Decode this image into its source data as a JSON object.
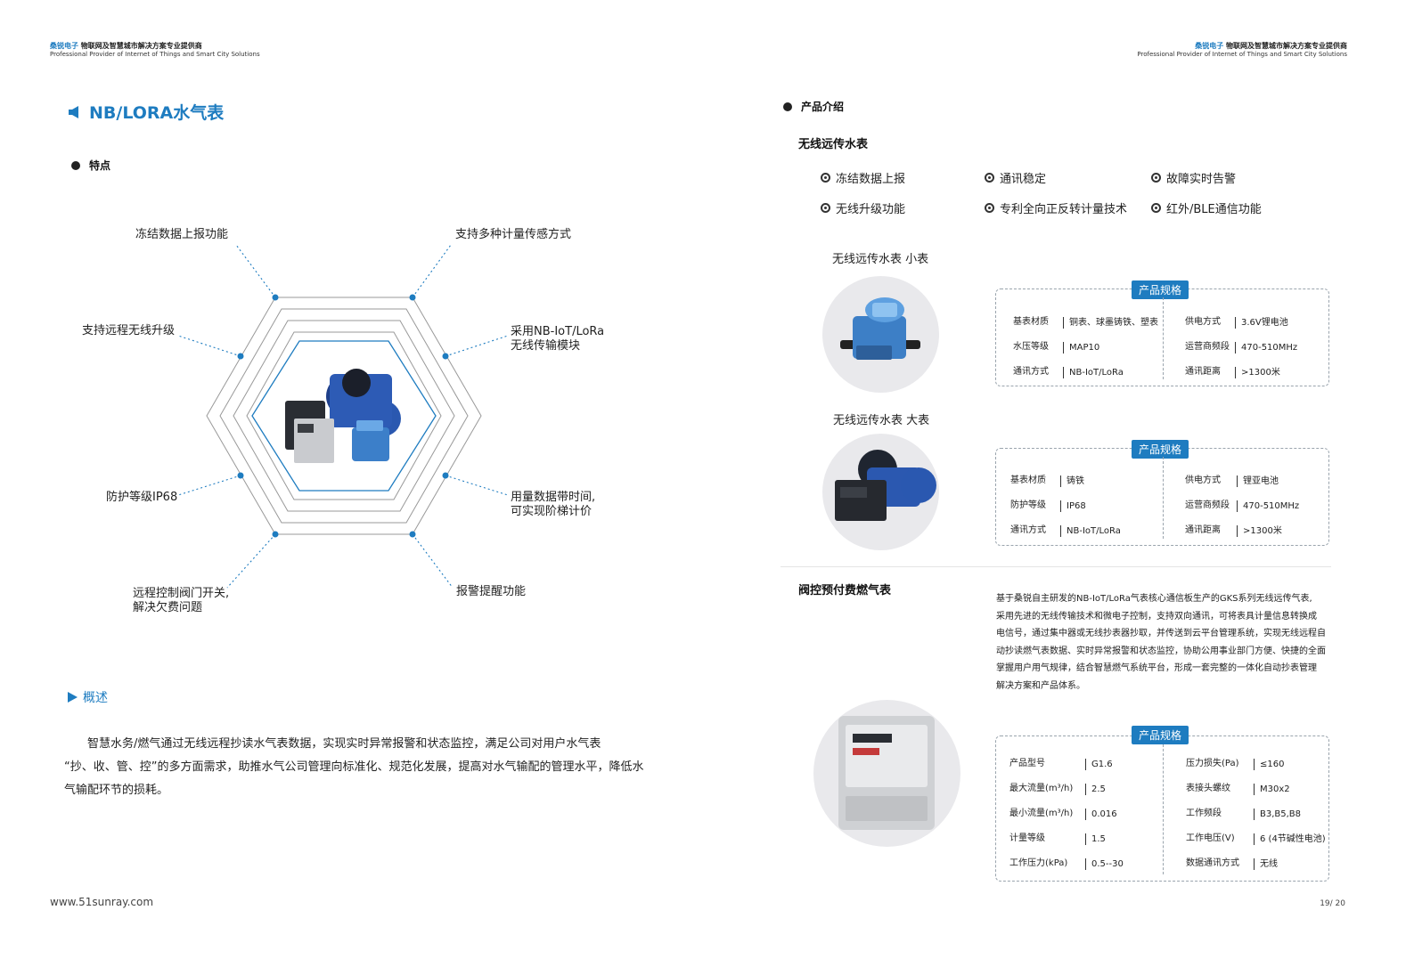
{
  "header": {
    "brand": "桑锐电子",
    "slogan": "物联网及智慧城市解决方案专业提供商",
    "english": "Professional Provider of Internet of Things and Smart City Solutions"
  },
  "left": {
    "title": "NB/LORA水气表",
    "features_heading": "特点",
    "features": {
      "top_left": "冻结数据上报功能",
      "top_right": "支持多种计量传感方式",
      "upper_left": "支持远程无线升级",
      "upper_right_1": "采用NB-IoT/LoRa",
      "upper_right_2": "无线传输模块",
      "lower_left": "防护等级IP68",
      "lower_right_1": "用量数据带时间,",
      "lower_right_2": "可实现阶梯计价",
      "bottom_left_1": "远程控制阀门开关,",
      "bottom_left_2": "解决欠费问题",
      "bottom_right": "报警提醒功能"
    },
    "overview_heading": "概述",
    "overview_text_1": "智慧水务/燃气通过无线远程抄读水气表数据，实现实时异常报警和状态监控，满足公司对用户水气表",
    "overview_text_2": "“抄、收、管、控”的多方面需求，助推水气公司管理向标准化、规范化发展，提高对水气输配的管理水平，降低水",
    "overview_text_3": "气输配环节的损耗。"
  },
  "right": {
    "intro_heading": "产品介绍",
    "water_heading": "无线远传水表",
    "water_features": [
      "冻结数据上报",
      "通讯稳定",
      "故障实时告警",
      "无线升级功能",
      "专利全向正反转计量技术",
      "红外/BLE通信功能"
    ],
    "spec_tag": "产品规格",
    "small": {
      "name": "无线远传水表 小表",
      "left": [
        [
          "基表材质",
          "铜表、球墨铸铁、塑表"
        ],
        [
          "水压等级",
          "MAP10"
        ],
        [
          "通讯方式",
          "NB-IoT/LoRa"
        ]
      ],
      "right": [
        [
          "供电方式",
          "3.6V锂电池"
        ],
        [
          "运营商频段",
          "470-510MHz"
        ],
        [
          "通讯距离",
          ">1300米"
        ]
      ]
    },
    "large": {
      "name": "无线远传水表 大表",
      "left": [
        [
          "基表材质",
          "铸铁"
        ],
        [
          "防护等级",
          "IP68"
        ],
        [
          "通讯方式",
          "NB-IoT/LoRa"
        ]
      ],
      "right": [
        [
          "供电方式",
          "锂亚电池"
        ],
        [
          "运营商频段",
          "470-510MHz"
        ],
        [
          "通讯距离",
          ">1300米"
        ]
      ]
    },
    "gas_heading": "阀控预付费燃气表",
    "gas_desc": [
      "基于桑锐自主研发的NB-IoT/LoRa气表核心通信板生产的GKS系列无线远传气表,",
      "采用先进的无线传输技术和微电子控制，支持双向通讯，可将表具计量信息转换成",
      "电信号，通过集中器或无线抄表器抄取，并传送到云平台管理系统，实现无线远程自",
      "动抄读燃气表数据、实时异常报警和状态监控，协助公用事业部门方便、快捷的全面",
      "掌握用户用气规律，结合智慧燃气系统平台，形成一套完整的一体化自动抄表管理",
      "解决方案和产品体系。"
    ],
    "gas_spec_left": [
      [
        "产品型号",
        "G1.6"
      ],
      [
        "最大流量(m³/h)",
        "2.5"
      ],
      [
        "最小流量(m³/h)",
        "0.016"
      ],
      [
        "计量等级",
        "1.5"
      ],
      [
        "工作压力(kPa)",
        "0.5--30"
      ]
    ],
    "gas_spec_right": [
      [
        "压力损失(Pa)",
        "≤160"
      ],
      [
        "表接头螺纹",
        "M30x2"
      ],
      [
        "工作频段",
        "B3,B5,B8"
      ],
      [
        "工作电压(V)",
        "6 (4节碱性电池)"
      ],
      [
        "数据通讯方式",
        "无线"
      ]
    ]
  },
  "footer": {
    "website": "www.51sunray.com",
    "page": "19/ 20"
  },
  "colors": {
    "accent": "#1e7cc0",
    "text": "#222222",
    "dash": "#9aa4ad"
  }
}
